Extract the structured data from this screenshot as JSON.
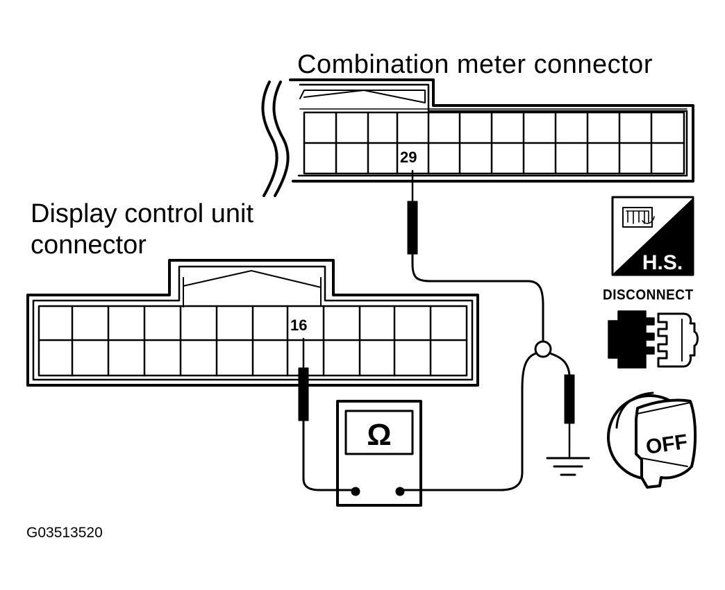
{
  "labels": {
    "combination_meter_connector": "Combination meter connector",
    "display_control_unit_line1": "Display control unit",
    "display_control_unit_line2": "connector",
    "pin_combination": "29",
    "pin_display": "16",
    "disconnect": "DISCONNECT",
    "hs_badge": "H.S.",
    "off_switch": "OFF",
    "ohm_symbol": "Ω",
    "figure_code": "G03513520"
  },
  "icons": {
    "hs_icon": "harness-side-connector-icon",
    "disconnect_icon": "connector-disconnect-icon",
    "ignition_icon": "ignition-key-off-icon",
    "ground_icon": "ground-symbol-icon",
    "meter_icon": "ohmmeter-icon"
  },
  "colors": {
    "ink": "#000000",
    "paper": "#ffffff"
  }
}
